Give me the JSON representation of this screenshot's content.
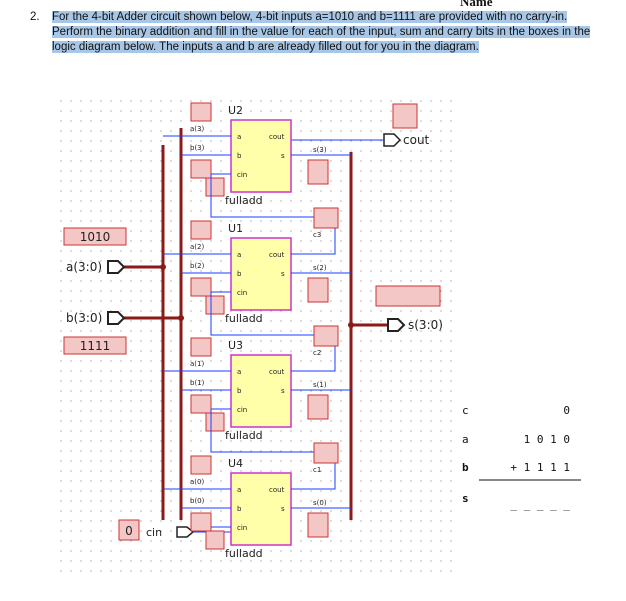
{
  "header": {
    "cut_text": "Name"
  },
  "question": {
    "number": "2.",
    "text": "For the 4-bit Adder circuit shown below, 4-bit inputs a=1010 and b=1111 are provided with no carry-in. Perform the binary addition and fill in the value for each of the input, sum and carry bits in the boxes in the logic diagram below. The inputs a and b are already filled out for you in the diagram."
  },
  "inputs": {
    "a_value": "1010",
    "a_port": "a(3:0)",
    "b_port": "b(3:0)",
    "b_value": "1111",
    "cin_value": "0",
    "cin_label": "cin"
  },
  "outputs": {
    "cout_label": "cout",
    "s_port": "s(3:0)"
  },
  "adders": [
    {
      "instance": "U2",
      "name": "fulladd",
      "a": "a(3)",
      "b": "b(3)",
      "s": "s(3)",
      "carry": ""
    },
    {
      "instance": "U1",
      "name": "fulladd",
      "a": "a(2)",
      "b": "b(2)",
      "s": "s(2)",
      "carry": "c3"
    },
    {
      "instance": "U3",
      "name": "fulladd",
      "a": "a(1)",
      "b": "b(1)",
      "s": "s(1)",
      "carry": "c2"
    },
    {
      "instance": "U4",
      "name": "fulladd",
      "a": "a(0)",
      "b": "b(0)",
      "s": "s(0)",
      "carry": "c1"
    }
  ],
  "pins": {
    "a": "a",
    "b": "b",
    "cin": "cin",
    "cout": "cout",
    "s": "s"
  },
  "table": {
    "rows": [
      {
        "label": "c",
        "value": "0"
      },
      {
        "label": "a",
        "value": "1 0 1 0"
      },
      {
        "label": "b",
        "value": "+ 1 1 1 1"
      },
      {
        "label": "s",
        "value": "_ _ _ _ _"
      }
    ]
  },
  "colors": {
    "bus": "#8b1a1a",
    "wire": "#1a3cff",
    "adder_fill": "#ffffaa",
    "adder_border": "#cc33cc",
    "answer_box": "#f4c7c7",
    "answer_border": "#cc3333",
    "question_highlight": "#a8c6e6"
  }
}
